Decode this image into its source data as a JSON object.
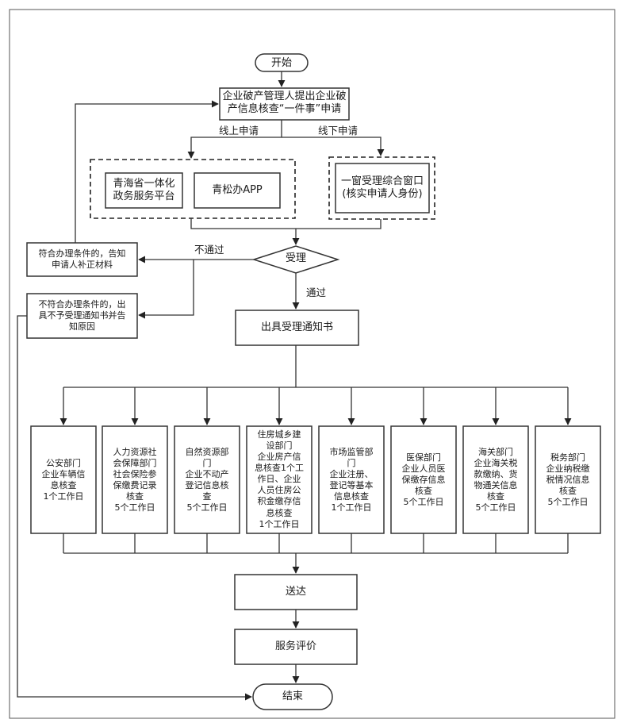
{
  "start": "开始",
  "apply": [
    "企业破产管理人提出企业破",
    "产信息核查“一件事”申请"
  ],
  "online_label": "线上申请",
  "offline_label": "线下申请",
  "online": {
    "platform": [
      "青海省一体化",
      "政务服务平台"
    ],
    "app": "青松办APP"
  },
  "offline": [
    "一窗受理综合窗口",
    "(核实申请人身份)"
  ],
  "decision": "受理",
  "fail_label": "不通过",
  "pass_label": "通过",
  "supplement": [
    "符合办理条件的，告知",
    "申请人补正材料"
  ],
  "reject": [
    "不符合办理条件的，出",
    "具不予受理通知书并告",
    "知原因"
  ],
  "notice": "出具受理通知书",
  "departments": [
    {
      "lines": [
        "公安部门",
        "企业车辆信",
        "息核查",
        "1个工作日"
      ]
    },
    {
      "lines": [
        "人力资源社",
        "会保障部门",
        "社会保险参",
        "保缴费记录",
        "核查",
        "5个工作日"
      ]
    },
    {
      "lines": [
        "自然资源部",
        "门",
        "企业不动产",
        "登记信息核",
        "查",
        "5个工作日"
      ]
    },
    {
      "lines": [
        "住房城乡建",
        "设部门",
        "企业房产信",
        "息核查1个工",
        "作日、企业",
        "人员住房公",
        "积金缴存信",
        "息核查",
        "1个工作日"
      ]
    },
    {
      "lines": [
        "市场监管部",
        "门",
        "企业注册、",
        "登记等基本",
        "信息核查",
        "1个工作日"
      ]
    },
    {
      "lines": [
        "医保部门",
        "企业人员医",
        "保缴存信息",
        "核查",
        "5个工作日"
      ]
    },
    {
      "lines": [
        "海关部门",
        "企业海关税",
        "款缴纳、货",
        "物通关信息",
        "核查",
        "5个工作日"
      ]
    },
    {
      "lines": [
        "税务部门",
        "企业纳税缴",
        "税情况信息",
        "核查",
        "5个工作日"
      ]
    }
  ],
  "deliver": "送达",
  "evaluate": "服务评价",
  "end": "结束"
}
